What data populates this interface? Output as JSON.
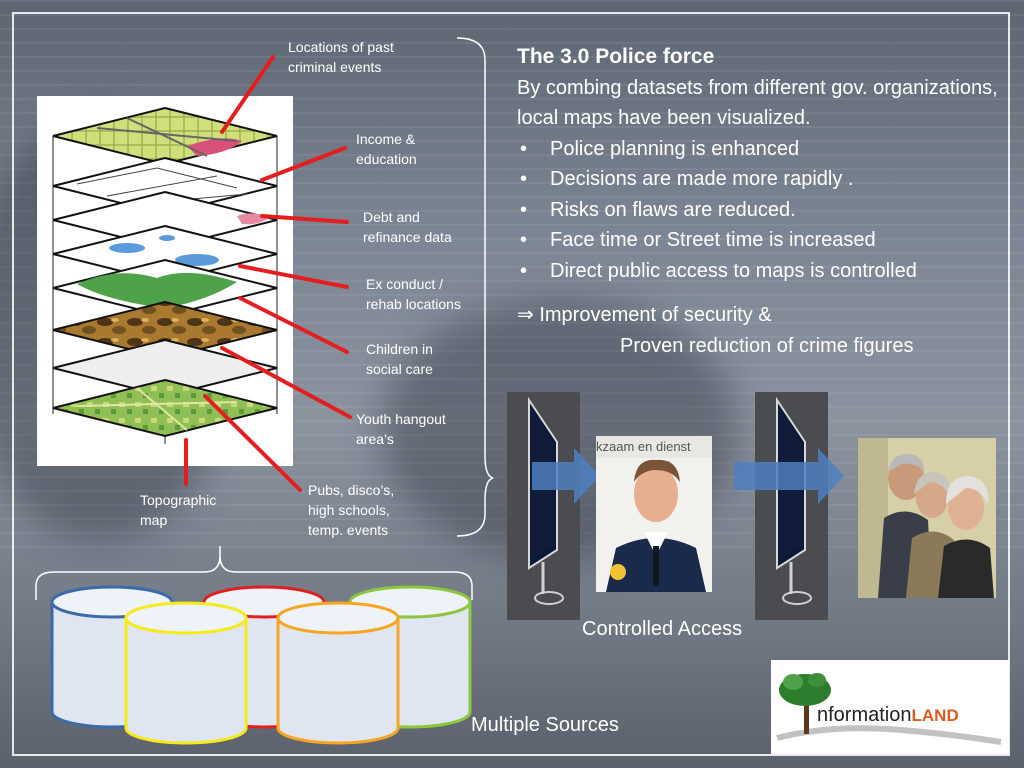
{
  "slide": {
    "title": "The 3.0 Police force",
    "intro": "By combing datasets from different gov. organizations, local maps have been visualized.",
    "bullets": [
      "Police planning is enhanced",
      "Decisions are made more rapidly .",
      "Risks on flaws are reduced.",
      "Face time or Street time is increased",
      "Direct public access  to maps is controlled"
    ],
    "implies_symbol": "⇒",
    "implies_line1": "Improvement of security &",
    "implies_line2": "Proven reduction of crime figures"
  },
  "layer_labels": [
    {
      "line1": "Locations of past",
      "line2": "criminal events"
    },
    {
      "line1": "Income &",
      "line2": "education"
    },
    {
      "line1": "Debt and",
      "line2": "refinance data"
    },
    {
      "line1": "Ex conduct /",
      "line2": "rehab locations"
    },
    {
      "line1": "Children in",
      "line2": "social care"
    },
    {
      "line1": "Youth hangout",
      "line2": "area’s"
    },
    {
      "line1": "Pubs, disco’s,",
      "line2": "high schools,",
      "line3": "temp. events"
    },
    {
      "line1": "Topographic",
      "line2": "map"
    }
  ],
  "captions": {
    "multiple_sources": "Multiple Sources",
    "controlled_access": "Controlled Access"
  },
  "photo_text": {
    "police_sign": "kzaam en dienst"
  },
  "logo": {
    "text_main": "nformation",
    "text_accent": "LAND"
  },
  "colors": {
    "pointer_red": "#e41e1e",
    "arrow_blue": "#4f7fc0",
    "cyl_blue": "#3a6aa8",
    "cyl_red": "#e02020",
    "cyl_green": "#8cc63f",
    "cyl_yellow": "#f4ea1c",
    "cyl_orange": "#f6a623"
  }
}
